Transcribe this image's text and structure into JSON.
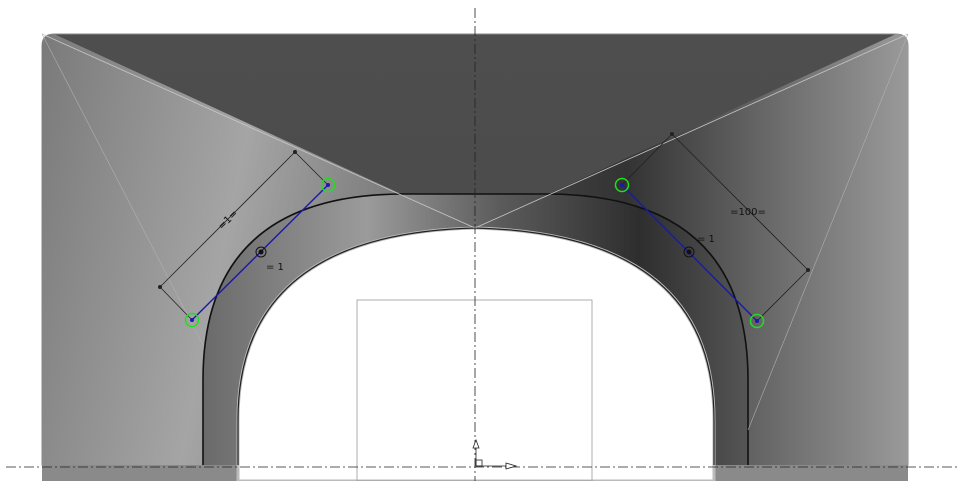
{
  "viewport": {
    "background": "#ffffff",
    "part_colors": {
      "top_face": "#4b4b4b",
      "side_face": "#8c8c8c",
      "edge": "#111111",
      "spline": "#1a1aa8",
      "handle": "#22dd22"
    }
  },
  "annotations": {
    "dim_left_text": "=1=",
    "dim_right_text": "=100=",
    "weight_left_text": "= 1",
    "weight_right_text": "= 1"
  },
  "icons": {
    "centerline": "dash-dot-centerline",
    "origin": "coordinate-triad-icon"
  }
}
